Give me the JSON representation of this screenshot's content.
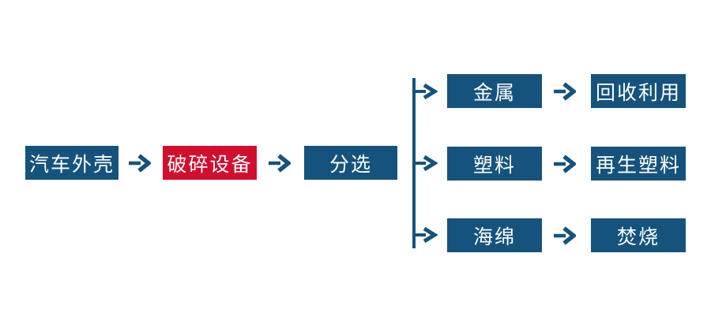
{
  "flowchart": {
    "main_flow": [
      {
        "id": "source",
        "label": "汽车外壳",
        "color": "blue"
      },
      {
        "id": "crusher",
        "label": "破碎设备",
        "color": "red"
      },
      {
        "id": "sorting",
        "label": "分选",
        "color": "blue"
      }
    ],
    "branches": [
      {
        "material": "金属",
        "outcome": "回收利用"
      },
      {
        "material": "塑料",
        "outcome": "再生塑料"
      },
      {
        "material": "海绵",
        "outcome": "焚烧"
      }
    ],
    "colors": {
      "node_blue": "#15537D",
      "node_red": "#D20E2F",
      "connector": "#15537D",
      "node_text": "#FFFFFF",
      "background": "#FFFFFF"
    }
  }
}
